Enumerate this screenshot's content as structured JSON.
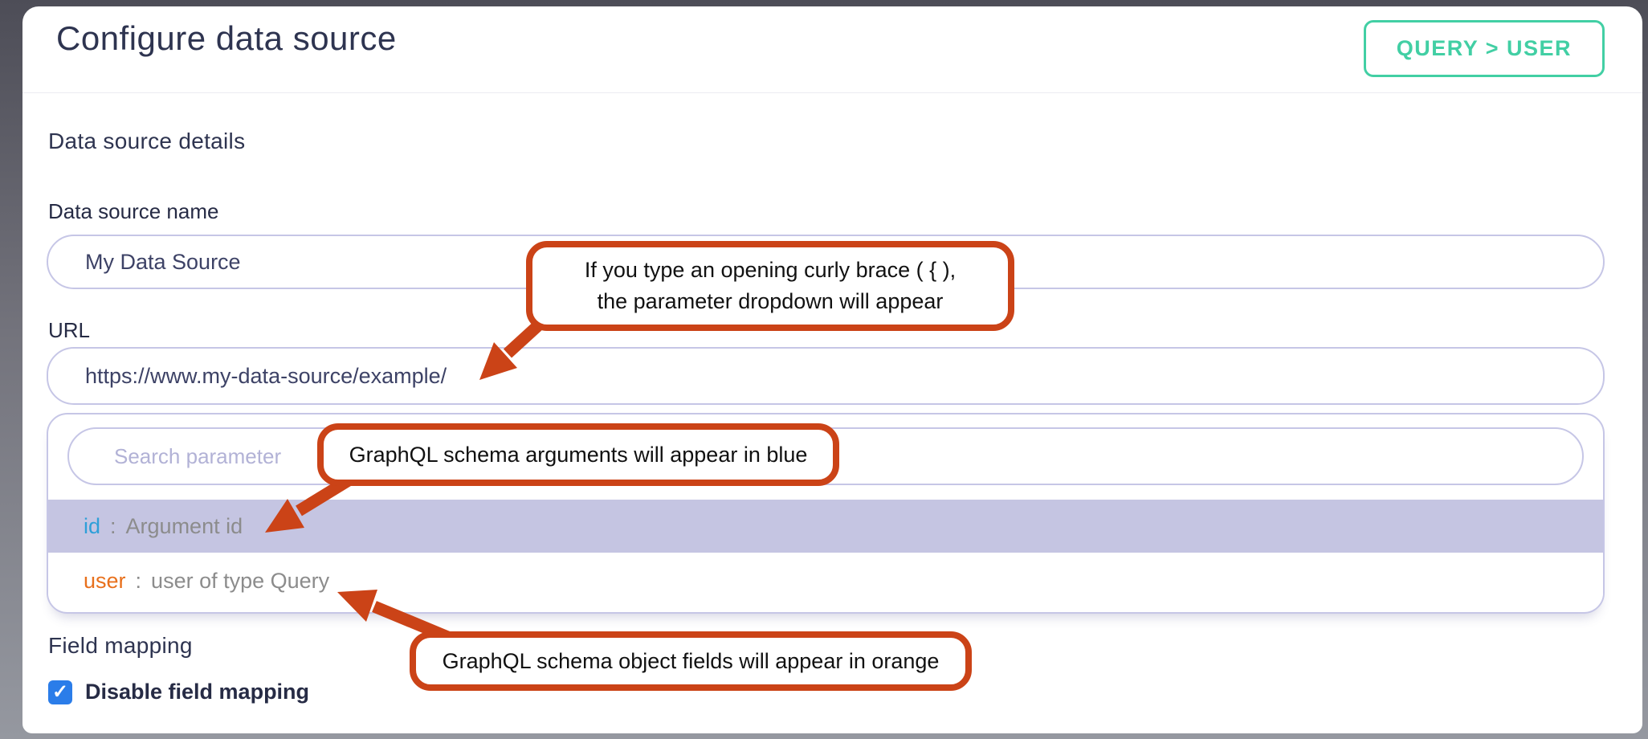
{
  "header": {
    "title": "Configure data source",
    "badge": "QUERY > USER"
  },
  "details_section": {
    "heading": "Data source details"
  },
  "fields": {
    "name": {
      "label": "Data source name",
      "value": "My Data Source"
    },
    "url": {
      "label": "URL",
      "value": "https://www.my-data-source/example/"
    }
  },
  "dropdown": {
    "search_placeholder": "Search parameter",
    "items": [
      {
        "name": "id",
        "sep": ":",
        "description": "Argument id",
        "color": "blue",
        "highlighted": true
      },
      {
        "name": "user",
        "sep": ":",
        "description": "user of type Query",
        "color": "orange",
        "highlighted": false
      }
    ]
  },
  "mapping_section": {
    "heading": "Field mapping",
    "checkbox_label": "Disable field mapping",
    "checkbox_checked": true
  },
  "annotations": {
    "callout_url": {
      "line1": "If you type an opening curly brace ( { ),",
      "line2": "the parameter dropdown will appear"
    },
    "callout_blue": {
      "text": "GraphQL schema arguments will appear in blue"
    },
    "callout_orange": {
      "text": "GraphQL schema object fields will appear in orange"
    }
  },
  "icons": {
    "checkmark": "✓"
  },
  "colors": {
    "accent_teal": "#42cfa4",
    "annotation_orange": "#cb4317",
    "argument_blue": "#2f9fd8",
    "object_field_orange": "#e8701c",
    "highlight_lavender": "#c5c5e2",
    "input_border_lavender": "#c6c6e6",
    "checkbox_blue": "#2b7de9",
    "heading_navy": "#2e3450"
  }
}
